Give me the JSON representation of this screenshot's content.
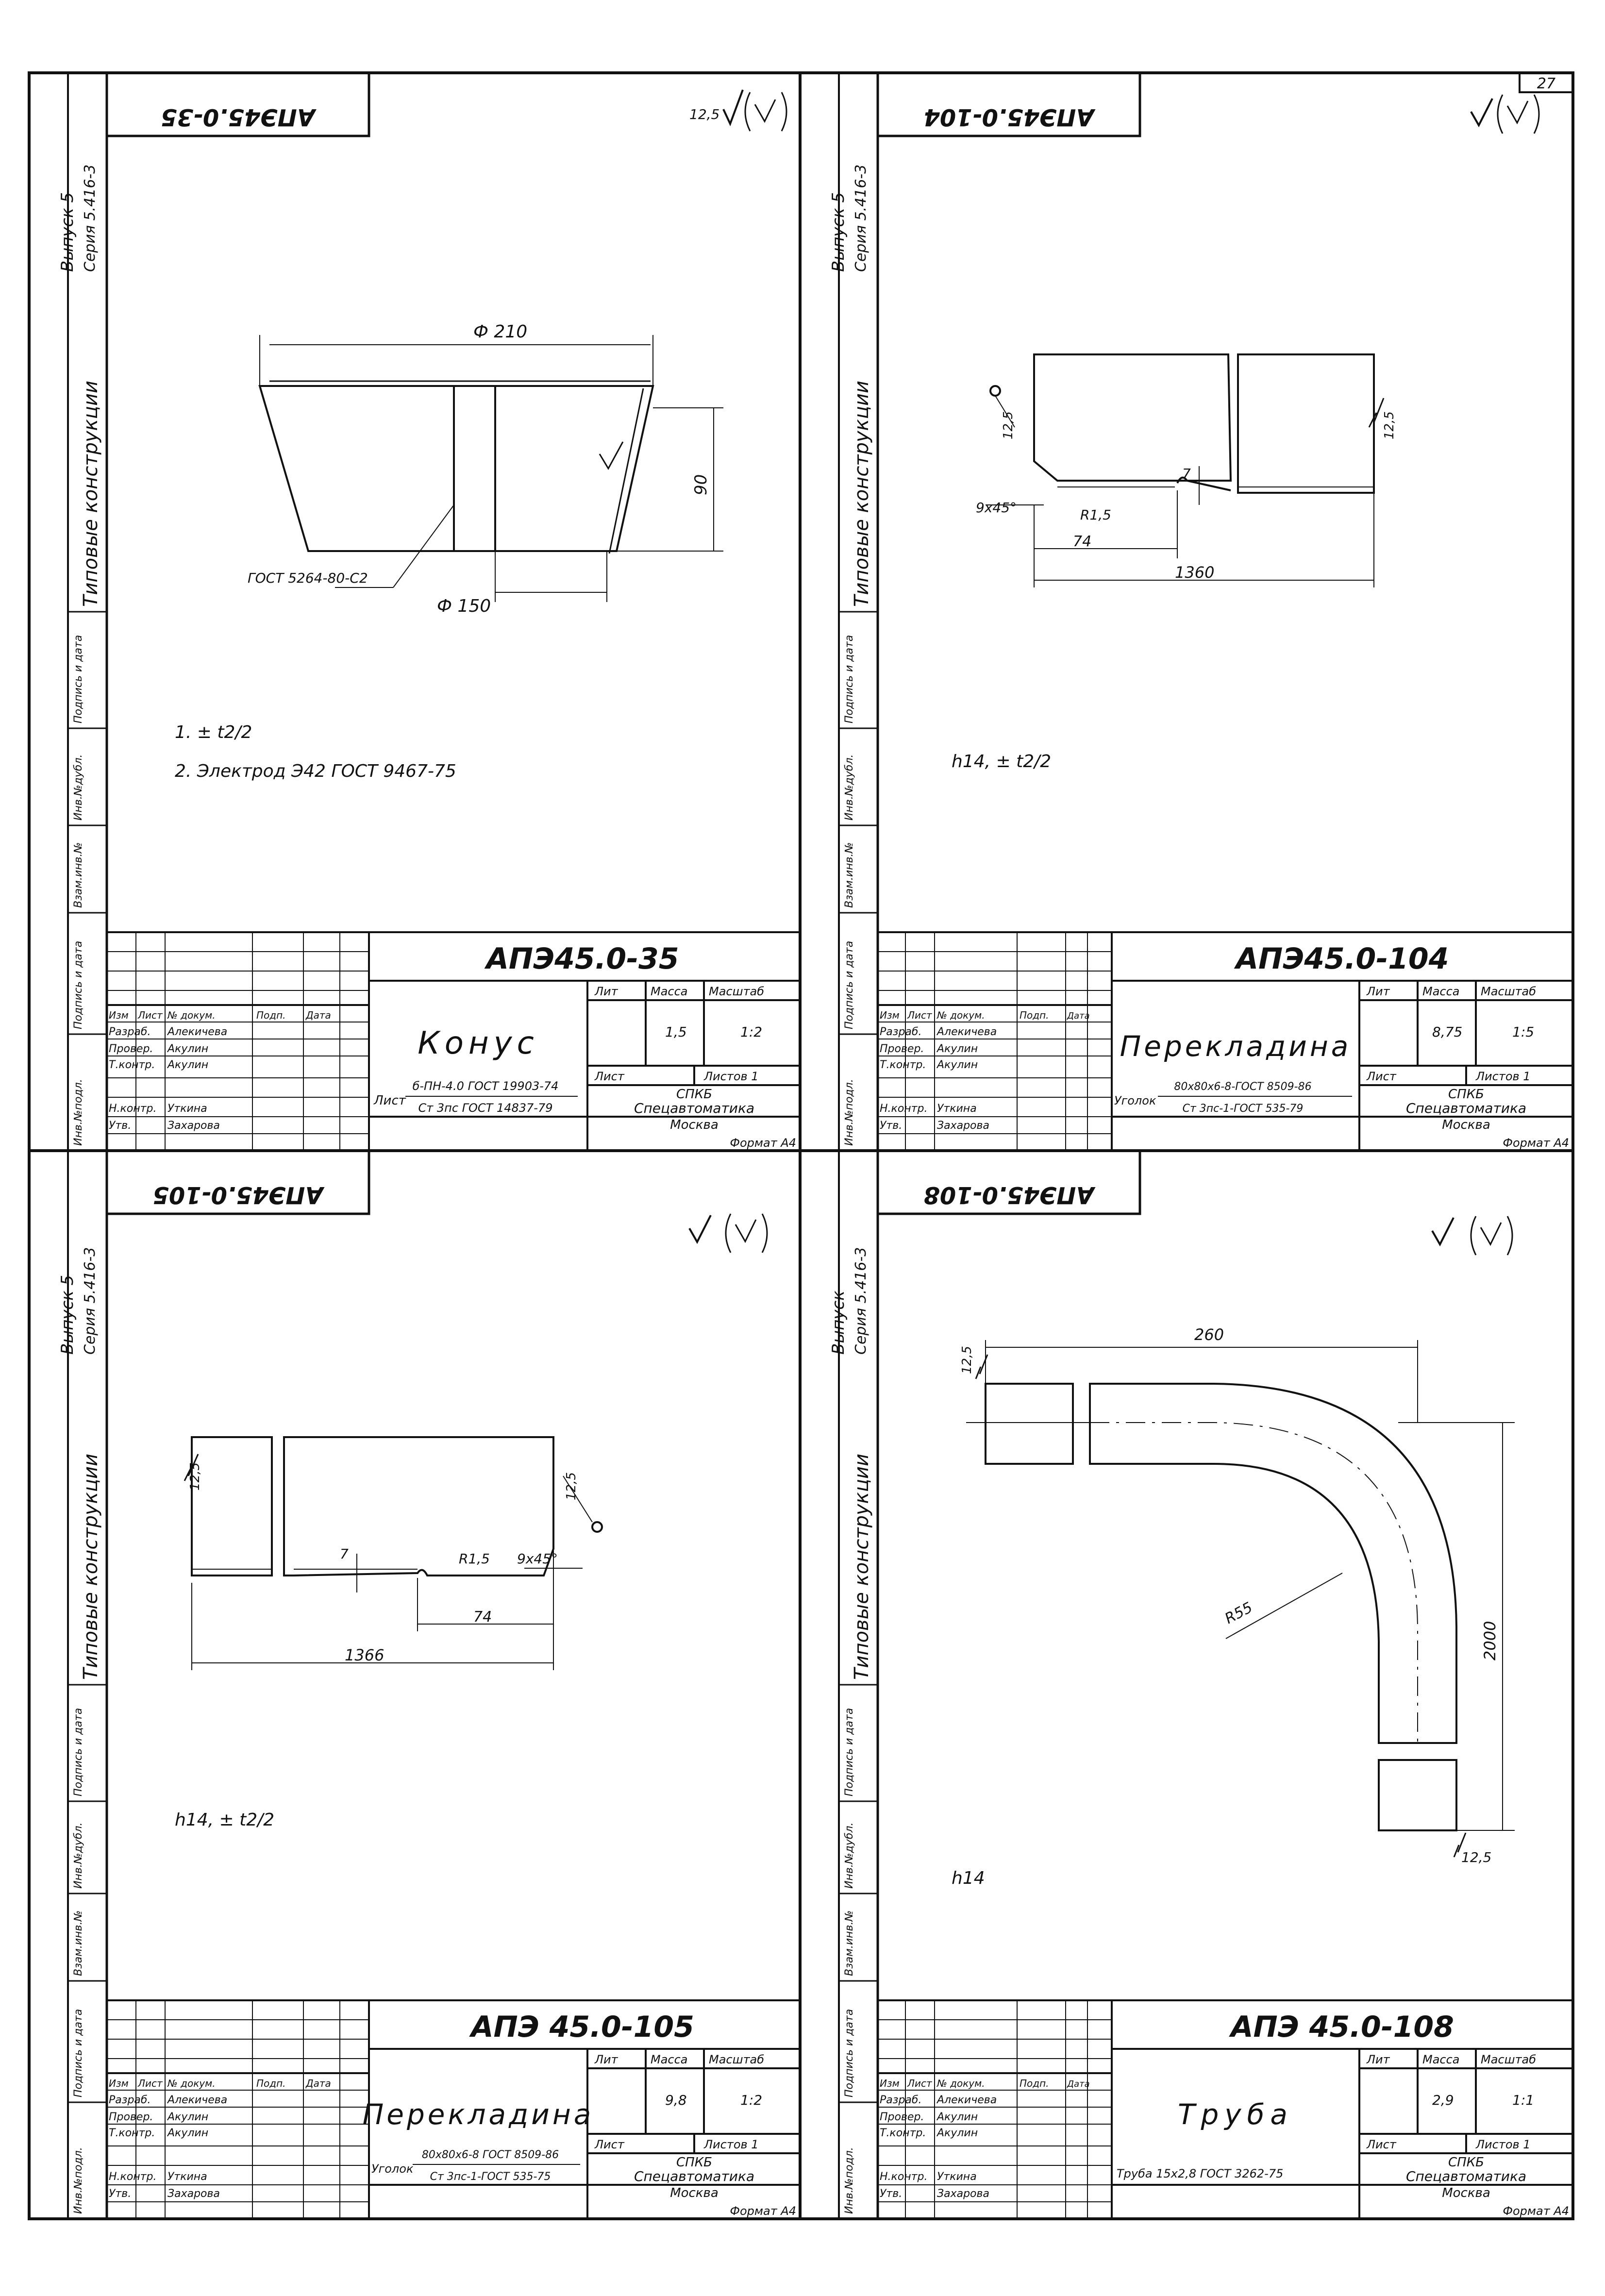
{
  "page_number": "27",
  "side_labels": {
    "series_line1": "Выпуск 5",
    "series_line2": "Серия 5.416-3",
    "series_line1_short": "Выпуск",
    "typical": "Типовые конструкции",
    "stamp_cells": [
      "Инв.№подл.",
      "Подпись и дата",
      "Взам.инв.№",
      "Инв.№дубл.",
      "Подпись и дата"
    ]
  },
  "title_block_common": {
    "row_headers": [
      "Изм",
      "Лист",
      "№ докум.",
      "Подп.",
      "Дата"
    ],
    "roles": [
      "Разраб.",
      "Провер.",
      "Т.контр.",
      "Н.контр.",
      "Утв."
    ],
    "people": [
      "Алекичева",
      "Акулин",
      "Акулин",
      "Уткина",
      "Захарова"
    ],
    "lit_label": "Лит",
    "mass_label": "Масса",
    "scale_label": "Масштаб",
    "sheet_label": "Лист",
    "sheets_label": "Листов 1",
    "org_line1": "СПКБ",
    "org_line2": "Спецавтоматика",
    "org_line3": "Москва",
    "format_label": "Формат А4"
  },
  "panels": [
    {
      "mirrored_code": "АПЭ45.0-35",
      "code": "АПЭ45.0-35",
      "name": "Конус",
      "mass": "1,5",
      "scale": "1:2",
      "material_prefix": "Лист",
      "material_top": "б-ПН-4.0 ГОСТ 19903-74",
      "material_bottom": "Ст 3пс ГОСТ 14837-79",
      "roughness": "12,5",
      "dims": {
        "top": "Ф 210",
        "bottom": "Ф 150",
        "height": "90",
        "weld": "ГОСТ 5264-80-С2"
      },
      "notes": [
        "1. ± t2/2",
        "2. Электрод Э42 ГОСТ 9467-75"
      ]
    },
    {
      "mirrored_code": "АПЭ45.0-104",
      "code": "АПЭ45.0-104",
      "name": "Перекладина",
      "mass": "8,75",
      "scale": "1:5",
      "material_prefix": "Уголок",
      "material_top": "80x80x6-8-ГОСТ 8509-86",
      "material_bottom": "Ст 3пс-1-ГОСТ 535-79",
      "dims": {
        "length": "1360",
        "notch": "74",
        "chamfer": "9x45°",
        "radius": "R1,5",
        "depth": "7",
        "rough_left": "12,5",
        "rough_right": "12,5"
      },
      "notes": [
        "h14, ± t2/2"
      ]
    },
    {
      "mirrored_code": "АПЭ45.0-105",
      "code": "АПЭ 45.0-105",
      "name": "Перекладина",
      "mass": "9,8",
      "scale": "1:2",
      "material_prefix": "Уголок",
      "material_top": "80x80x6-8 ГОСТ 8509-86",
      "material_bottom": "Ст 3пс-1-ГОСТ 535-75",
      "dims": {
        "length": "1366",
        "notch": "74",
        "chamfer": "9x45°",
        "radius": "R1,5",
        "depth": "7",
        "rough_left": "12,5",
        "rough_right": "12,5"
      },
      "notes": [
        "h14, ± t2/2"
      ]
    },
    {
      "mirrored_code": "АПЭ45.0-108",
      "code": "АПЭ 45.0-108",
      "name": "Труба",
      "mass": "2,9",
      "scale": "1:1",
      "material_prefix": "",
      "material_top": "Труба 15x2,8 ГОСТ 3262-75",
      "material_bottom": "",
      "dims": {
        "width": "260",
        "height": "2000",
        "radius": "R55",
        "rough_top": "12,5",
        "rough_bottom": "12,5"
      },
      "notes": [
        "h14"
      ]
    }
  ]
}
